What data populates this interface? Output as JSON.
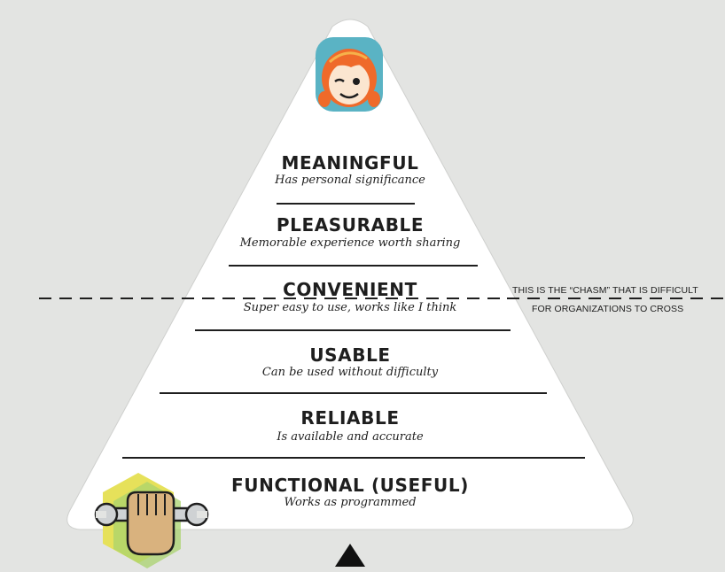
{
  "levels": [
    {
      "title": "MEANINGFUL",
      "subtitle": "Has personal significance"
    },
    {
      "title": "PLEASURABLE",
      "subtitle": "Memorable experience worth sharing"
    },
    {
      "title": "CONVENIENT",
      "subtitle": "Super easy to use, works like I think"
    },
    {
      "title": "USABLE",
      "subtitle": "Can be used without difficulty"
    },
    {
      "title": "RELIABLE",
      "subtitle": "Is available and accurate"
    },
    {
      "title": "FUNCTIONAL (USEFUL)",
      "subtitle": "Works as programmed"
    }
  ],
  "chasm_note": {
    "line1": "THIS IS THE “CHASM” THAT IS DIFFICULT",
    "line2": "FOR ORGANIZATIONS TO CROSS"
  },
  "icons": {
    "top": "smiling-girl-face-icon",
    "bottom": "fist-holding-wrench-icon",
    "arrow": "up-arrow-triangle-icon"
  },
  "colors": {
    "background": "#e3e4e2",
    "pyramid": "#ffffff",
    "text": "#1e1e1e",
    "hair": "#ef6a2a",
    "face_badge": "#5ab3c4",
    "hex_yellow": "#e6e15a",
    "hex_green": "#a9d36e",
    "fist": "#d9b27e"
  }
}
